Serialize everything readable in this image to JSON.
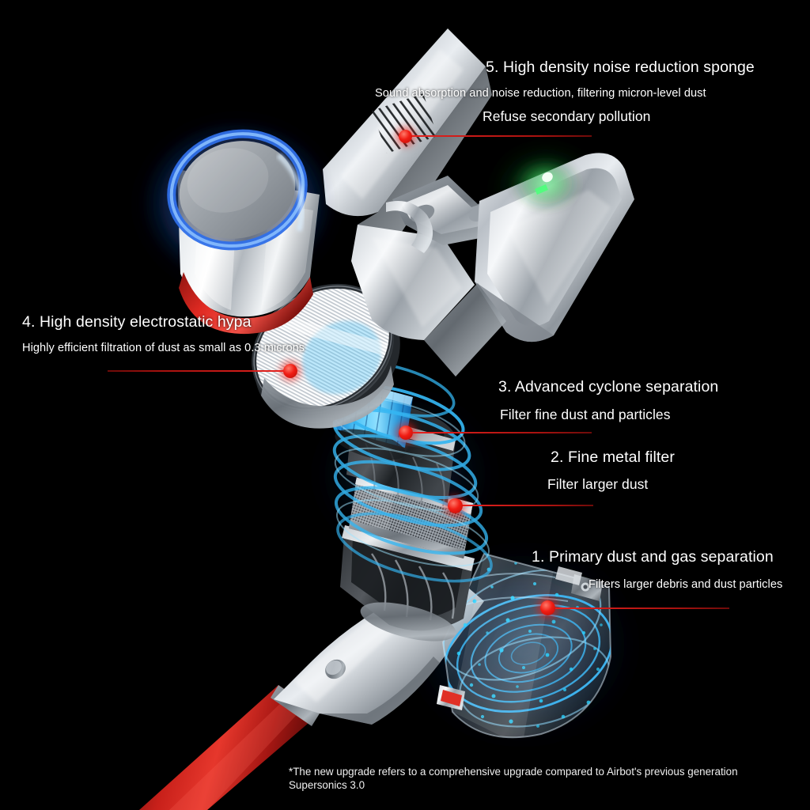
{
  "scene": {
    "background_color": "#000000",
    "accent_red": "#e8221f",
    "airflow_blue": "#29b6f6",
    "led_green": "#3ddc5a",
    "text_color": "#ffffff",
    "product": "cordless stick vacuum exploded filtration diagram"
  },
  "callouts": [
    {
      "id": 5,
      "title": "5. High density noise reduction sponge",
      "sub1": "Sound absorption and noise reduction, filtering micron-level dust",
      "sub2": "Refuse secondary pollution",
      "marker_label": "noise-reduction-sponge-marker"
    },
    {
      "id": 4,
      "title": "4. High density electrostatic hypa",
      "sub1": "Highly efficient filtration of dust as small as 0.3 microns",
      "marker_label": "electrostatic-hepa-marker"
    },
    {
      "id": 3,
      "title": "3. Advanced cyclone separation",
      "sub1": "Filter fine dust and particles",
      "marker_label": "cyclone-separation-marker"
    },
    {
      "id": 2,
      "title": "2. Fine metal filter",
      "sub1": "Filter larger dust",
      "marker_label": "metal-filter-marker"
    },
    {
      "id": 1,
      "title": "1. Primary dust and gas separation",
      "sub1": "Filters larger debris and dust particles",
      "marker_label": "dust-bin-marker"
    }
  ],
  "footnote": "*The new upgrade refers to a comprehensive upgrade compared to Airbot's previous generation\nSupersonics 3.0",
  "parts": {
    "end_cap": "motor end cap with blue glow ring",
    "motor_housing": "motor housing with exhaust vents",
    "battery_pack": "battery pack with green status LED",
    "hepa_disc": "electrostatic hepa filter disc",
    "filter_core": "blue pleated filter core",
    "cyclone": "cyclone separation shroud",
    "metal_mesh": "fine metal mesh filter",
    "dust_bin": "transparent dust bin with cyclonic airflow",
    "handle": "handle neck with power button",
    "wand": "red extension wand"
  }
}
